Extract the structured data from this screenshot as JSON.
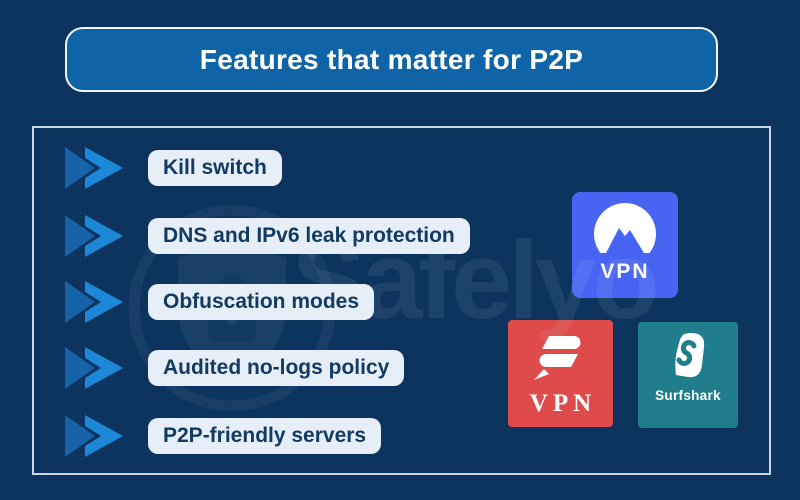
{
  "title": {
    "label": "Features that matter for P2P"
  },
  "features": [
    {
      "label": "Kill switch",
      "icon": "double-chevron-right-icon"
    },
    {
      "label": "DNS and IPv6 leak protection",
      "icon": "double-chevron-right-icon"
    },
    {
      "label": "Obfuscation modes",
      "icon": "double-chevron-right-icon"
    },
    {
      "label": "Audited no-logs policy",
      "icon": "double-chevron-right-icon"
    },
    {
      "label": "P2P-friendly servers",
      "icon": "double-chevron-right-icon"
    }
  ],
  "logos": [
    {
      "name": "nordvpn-logo",
      "icon": "mountain-in-circle-icon",
      "label": "VPN",
      "color": "#4765f2"
    },
    {
      "name": "expressvpn-logo",
      "icon": "express-bars-icon",
      "label": "VPN",
      "color": "#df4a4a"
    },
    {
      "name": "surfshark-logo",
      "icon": "surfshark-s-icon",
      "label": "Surfshark",
      "color": "#1f7d8c"
    }
  ],
  "watermark": {
    "text": "Safelyo",
    "icon": "shield-lock-badge-icon"
  },
  "colors": {
    "background": "#0d345e",
    "title-fill": "#0e64a6",
    "title-text": "#ffffff",
    "frame-border": "#c9d6e4",
    "pill-bg": "#e6eef8",
    "pill-text": "#123a63",
    "arrow-dark": "#1563a6",
    "arrow-bright": "#1d88d8",
    "nord-blue": "#4765f2",
    "express-red": "#df4a4a",
    "surfshark-teal": "#1f7d8c"
  }
}
